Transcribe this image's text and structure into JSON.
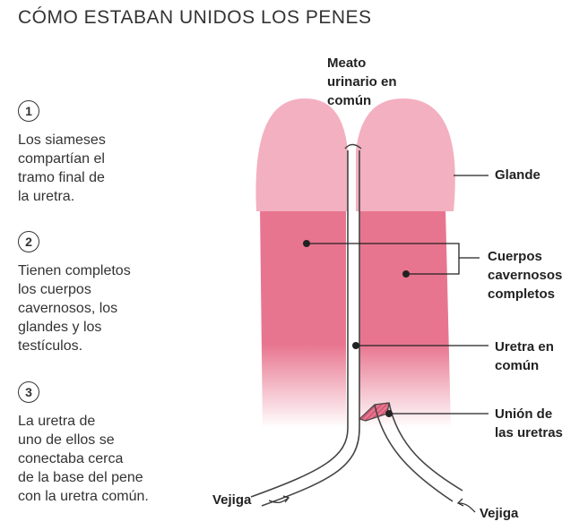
{
  "title": "CÓMO ESTABAN UNIDOS LOS PENES",
  "steps": [
    {
      "number": "1",
      "text": "Los siameses\ncompartían el\ntramo final de\nla uretra."
    },
    {
      "number": "2",
      "text": "Tienen completos\nlos cuerpos\ncavernosos, los\nglandes y los\ntestículos."
    },
    {
      "number": "3",
      "text": "La uretra de\nuno de ellos se\nconectaba cerca\nde la base del pene\ncon la uretra común."
    }
  ],
  "labels": {
    "meato": "Meato\nurinario en\ncomún",
    "glande": "Glande",
    "cuerpos": "Cuerpos\ncavernosos\ncompletos",
    "uretra": "Uretra en\ncomún",
    "union": "Unión de\nlas uretras",
    "vejiga_left": "Vejiga",
    "vejiga_right": "Vejiga"
  },
  "colors": {
    "glans": "#f3b0c0",
    "shaft": "#e8758f",
    "urethra_stroke": "#444444",
    "junction": "#d6506e"
  }
}
